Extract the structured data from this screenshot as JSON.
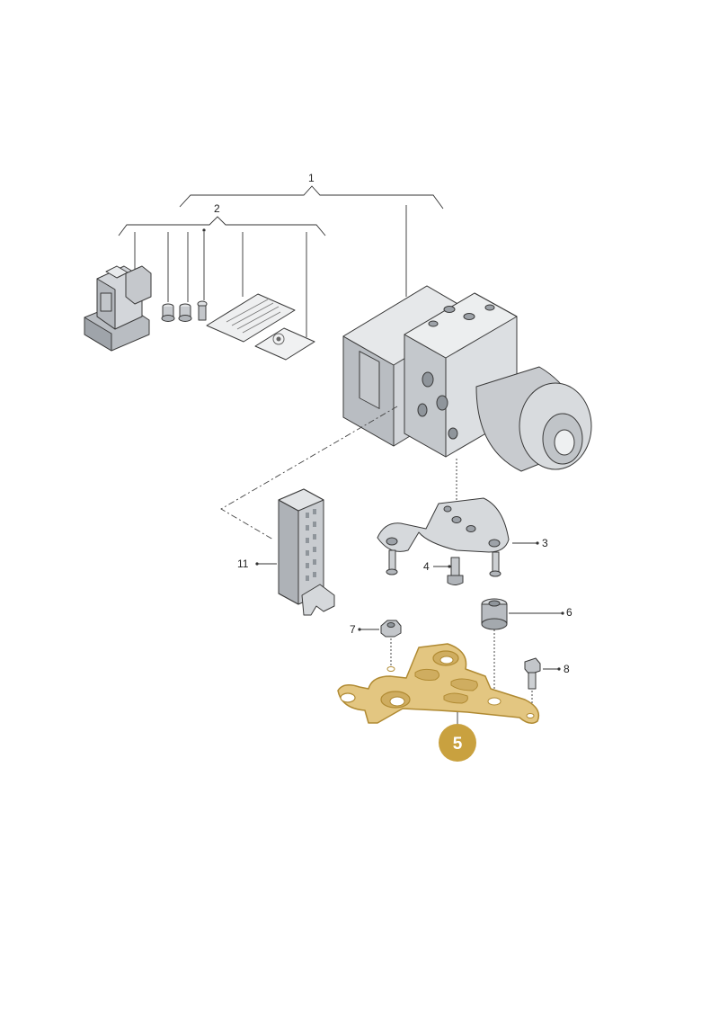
{
  "colors": {
    "highlight": "#e0c079",
    "highlight_stroke": "#b08a32",
    "badge": "#c9a13f",
    "part_fill_light": "#e4e6e8",
    "part_fill_mid": "#c9ccd0",
    "part_fill_dark": "#a9adb2"
  },
  "callouts": {
    "c1": "1",
    "c2": "2",
    "c3": "3",
    "c4": "4",
    "c6": "6",
    "c7": "7",
    "c8": "8",
    "c11": "11"
  },
  "highlighted_part": {
    "number": "5",
    "icon": "mounting-bracket"
  },
  "icons": [
    "control-unit-icon",
    "plug-icon",
    "bolt-icon",
    "instruction-sheet-icon",
    "sticker-icon",
    "abs-hydraulic-unit-icon",
    "connector-housing-icon",
    "bracket-icon",
    "rubber-mount-icon",
    "nut-icon"
  ]
}
